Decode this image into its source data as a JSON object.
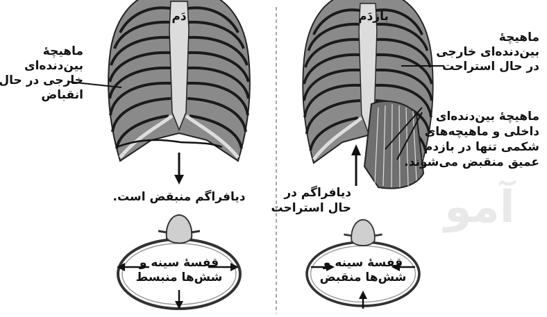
{
  "inhale": {
    "title": "دَم",
    "muscle_label": [
      "ماهیچهٔ",
      "بین‌دنده‌ای",
      "خارجی در حال",
      "انقباض"
    ],
    "diaphragm_label": "دیافراگم منبقض است.",
    "thorax_label": [
      "قفسهٔ سینه و",
      "شش‌ها منبسط"
    ]
  },
  "exhale": {
    "title": "بازدَم",
    "muscle_label": [
      "ماهیچهٔ",
      "بین‌دنده‌ای خارجی",
      "در حال استراحت"
    ],
    "internal_label": [
      "ماهیچهٔ  بین‌دنده‌ای",
      "داخلی و ماهیچه‌های",
      "شکمی تنها در بازدم",
      "عمیق منقبض می‌شوند."
    ],
    "diaphragm_label": [
      "دیافراگم در",
      "حال استراحت"
    ],
    "thorax_label": [
      "قفسهٔ سینه و",
      "شش‌ها منقبض"
    ]
  }
}
